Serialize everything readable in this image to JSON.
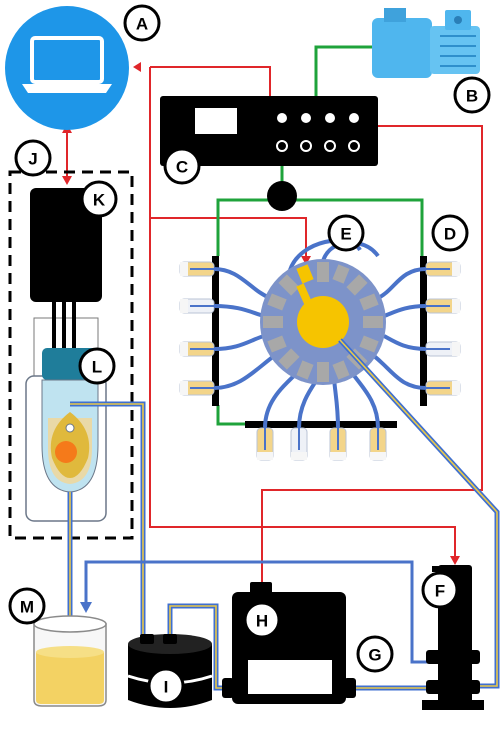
{
  "labels": [
    {
      "id": "A",
      "text": "A"
    },
    {
      "id": "B",
      "text": "B"
    },
    {
      "id": "C",
      "text": "C"
    },
    {
      "id": "D",
      "text": "D"
    },
    {
      "id": "E",
      "text": "E"
    },
    {
      "id": "F",
      "text": "F"
    },
    {
      "id": "G",
      "text": "G"
    },
    {
      "id": "H",
      "text": "H"
    },
    {
      "id": "I",
      "text": "I"
    },
    {
      "id": "J",
      "text": "J"
    },
    {
      "id": "K",
      "text": "K"
    },
    {
      "id": "L",
      "text": "L"
    },
    {
      "id": "M",
      "text": "M"
    }
  ],
  "colors": {
    "electrical": "#e0262a",
    "gas": "#1fa33b",
    "tubing": "#3f6fd0",
    "liquid": "#f3d58a",
    "valve_body": "#8aa2d6",
    "valve_hub": "#f6c400"
  }
}
